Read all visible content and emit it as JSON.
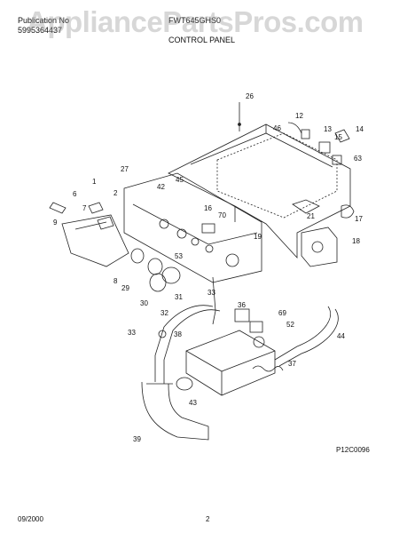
{
  "header": {
    "pub_line1": "Publication No",
    "pub_line2": "5995364437",
    "model_partial": "FWT645GHS0",
    "section_title": "CONTROL PANEL"
  },
  "watermark": "AppliancePartsPros.com",
  "callouts": [
    "26",
    "12",
    "46",
    "13",
    "15",
    "14",
    "63",
    "27",
    "42",
    "45",
    "1",
    "6",
    "2",
    "7",
    "9",
    "16",
    "70",
    "21",
    "17",
    "19",
    "18",
    "53",
    "8",
    "29",
    "31",
    "30",
    "33",
    "32",
    "36",
    "69",
    "52",
    "44",
    "38",
    "37",
    "43",
    "39"
  ],
  "diagram_code": "P12C0096",
  "footer": {
    "date": "09/2000",
    "page": "2"
  }
}
